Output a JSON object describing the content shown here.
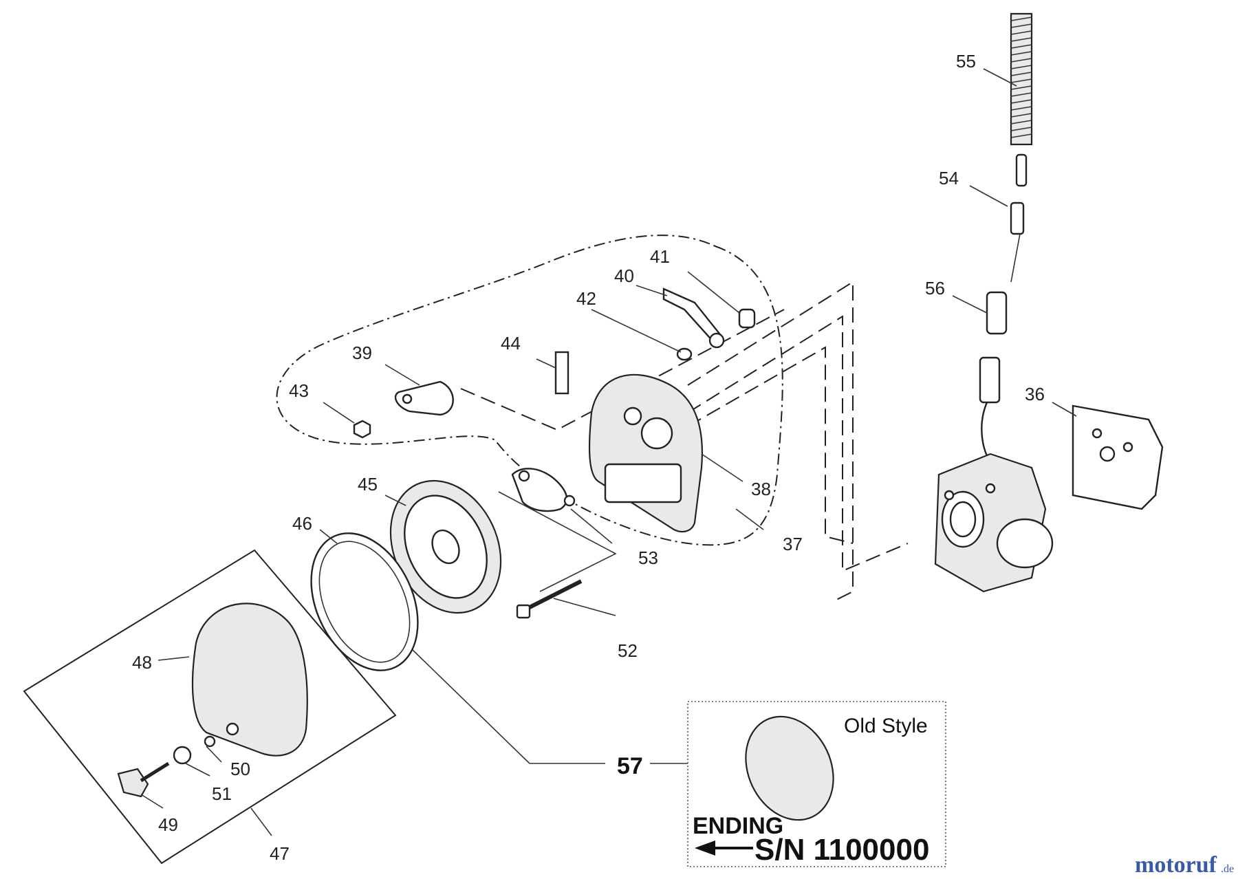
{
  "labels": {
    "p36": "36",
    "p37": "37",
    "p38": "38",
    "p39": "39",
    "p40": "40",
    "p41": "41",
    "p42": "42",
    "p43": "43",
    "p44": "44",
    "p45": "45",
    "p46": "46",
    "p47": "47",
    "p48": "48",
    "p49": "49",
    "p50": "50",
    "p51": "51",
    "p52": "52",
    "p53": "53",
    "p54": "54",
    "p55": "55",
    "p56": "56",
    "p57": "57"
  },
  "inset": {
    "style_label": "Old Style",
    "ending_label": "ENDING",
    "serial_label": "S/N 1100000"
  },
  "watermark": {
    "brand": "motoruf",
    "suffix": ".de",
    "colors": {
      "primary": "#3a5aa8",
      "accent": "#c0392b"
    }
  }
}
